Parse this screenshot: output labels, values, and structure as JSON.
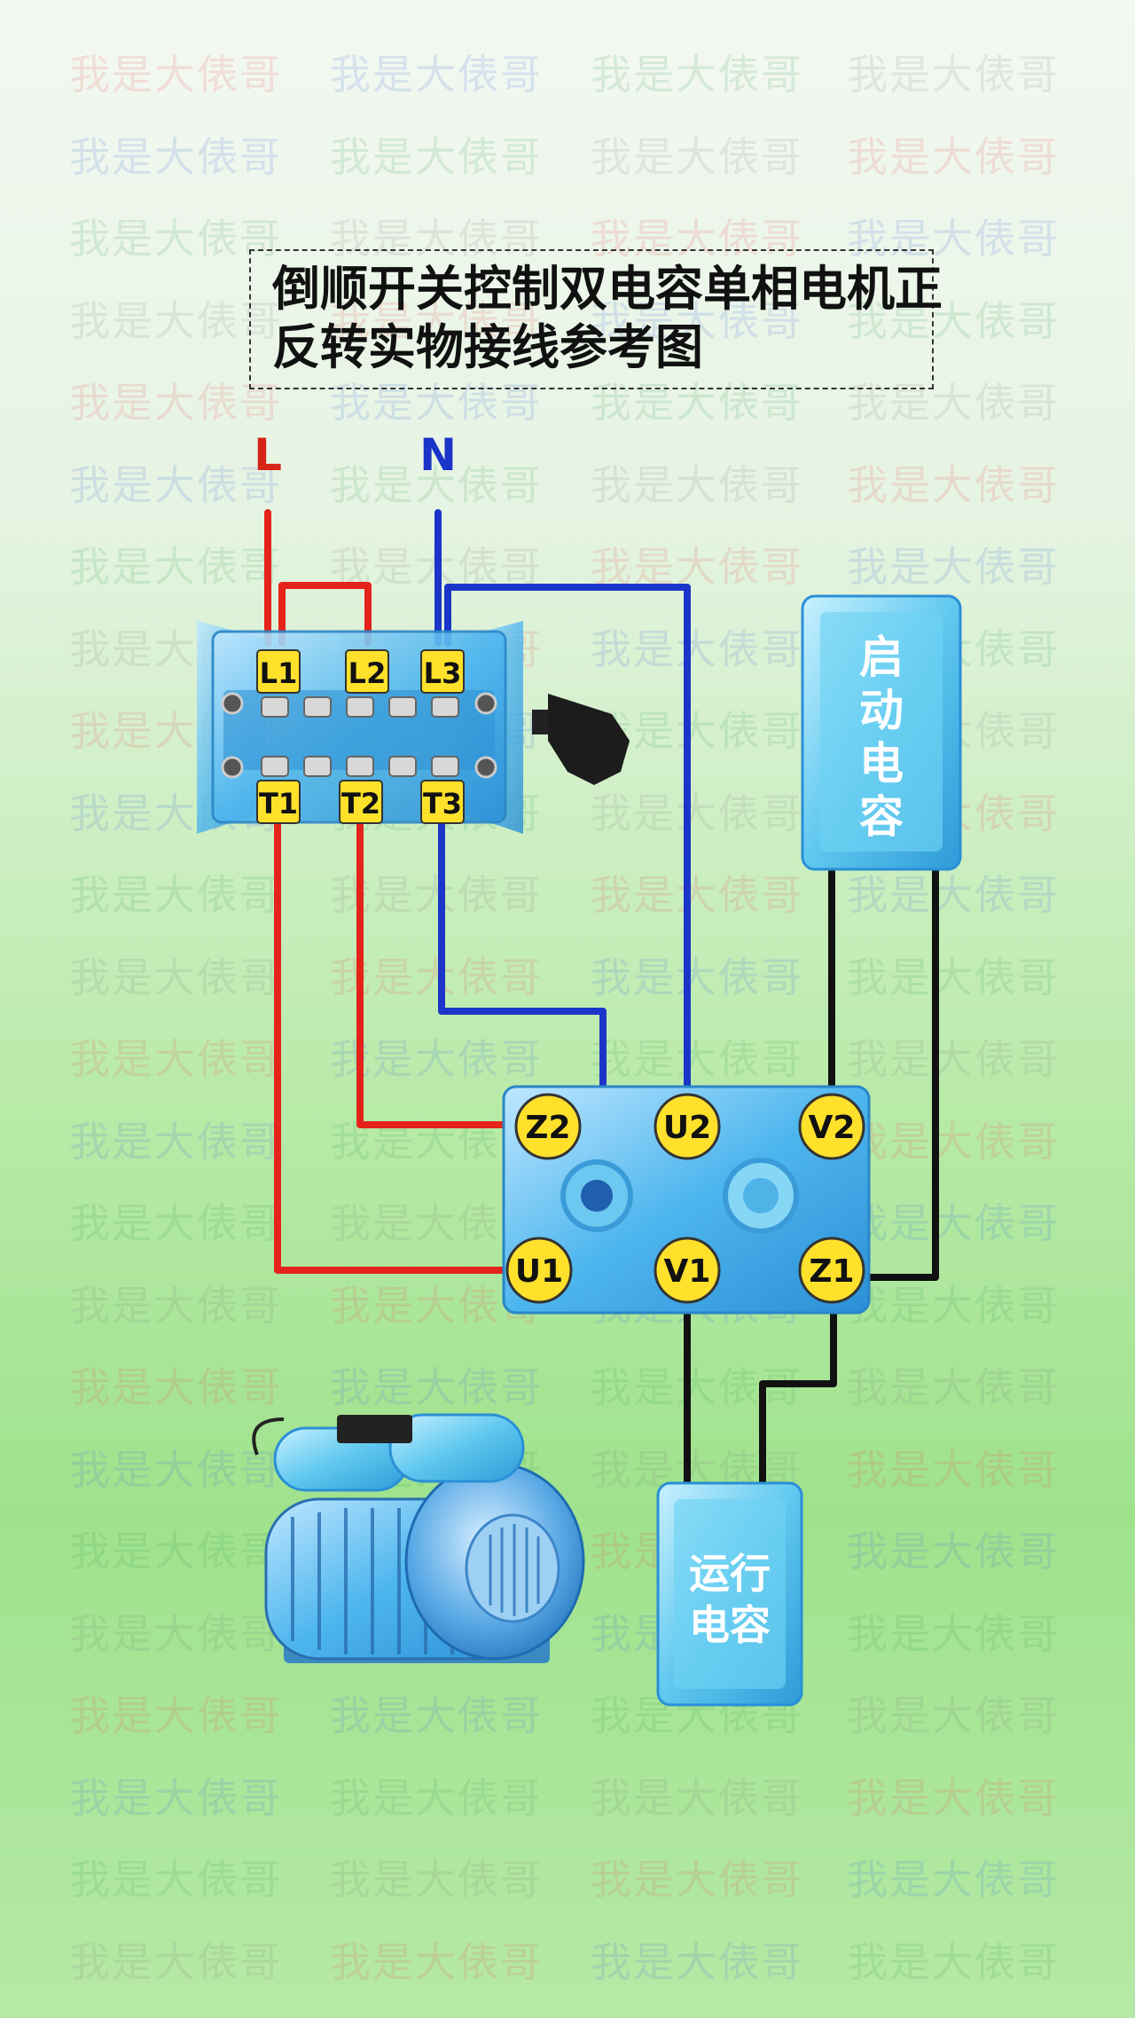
{
  "watermark": {
    "text": "我是大俵哥"
  },
  "title": {
    "line1": "倒顺开关控制双电容单相电机正",
    "line2": "反转实物接线参考图"
  },
  "power": {
    "l": "L",
    "n": "N"
  },
  "switch": {
    "top": [
      "L1",
      "L2",
      "L3"
    ],
    "bottom": [
      "T1",
      "T2",
      "T3"
    ]
  },
  "motor_terminals": {
    "top": [
      "Z2",
      "U2",
      "V2"
    ],
    "bottom": [
      "U1",
      "V1",
      "Z1"
    ]
  },
  "start_capacitor": {
    "label_chars": [
      "启",
      "动",
      "电",
      "容"
    ]
  },
  "run_capacitor": {
    "line1": "运行",
    "line2": "电容"
  },
  "colors": {
    "live": "#e5231b",
    "neutral": "#1b35c8",
    "capacitor_wire": "#111111",
    "terminal": "#ffe12b",
    "device": "#49b8ee"
  }
}
